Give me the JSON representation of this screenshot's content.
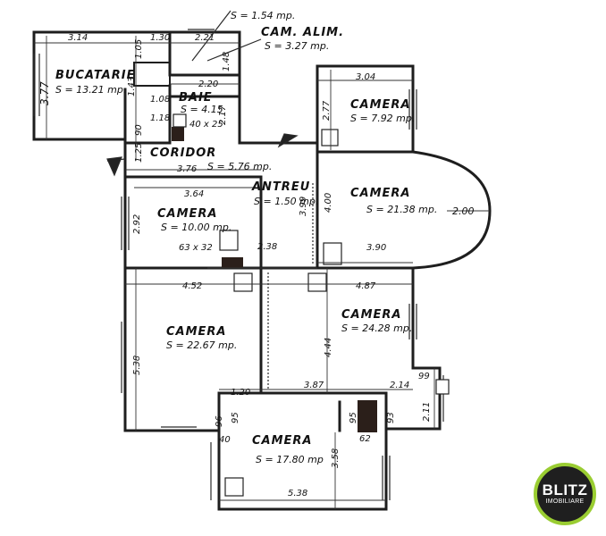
{
  "rooms": {
    "bucatarie": {
      "name": "BUCATARIE",
      "area": "S = 13.21 mp."
    },
    "baie": {
      "name": "BAIE",
      "area": "S = 4.15"
    },
    "coridor": {
      "name": "CORIDOR",
      "area": "S = 5.76 mp."
    },
    "antreu": {
      "name": "ANTREU",
      "area": "S = 1.50 mp."
    },
    "cam_alim": {
      "name": "CAM. ALIM.",
      "area": "S = 3.27 mp."
    },
    "top_small": {
      "area": "S = 1.54 mp."
    },
    "camera_ne": {
      "name": "CAMERA",
      "area": "S = 7.92 mp."
    },
    "camera_e": {
      "name": "CAMERA",
      "area": "S = 21.38 mp."
    },
    "camera_w": {
      "name": "CAMERA",
      "area": "S = 10.00 mp."
    },
    "camera_sw": {
      "name": "CAMERA",
      "area": "S = 22.67 mp."
    },
    "camera_se": {
      "name": "CAMERA",
      "area": "S = 24.28 mp."
    },
    "camera_s": {
      "name": "CAMERA",
      "area": "S = 17.80 mp"
    }
  },
  "dims": {
    "d314": "3.14",
    "d130": "1.30",
    "d221": "2.21",
    "d105": "1.05",
    "d148": "1.48",
    "d377": "3.77",
    "d143": "1.43",
    "d220": "2.20",
    "d108": "1.08",
    "d118": "1.18",
    "d217": "2.17",
    "d4025": "40 x 25",
    "d90": "90",
    "d125": "1.25",
    "d376": "3.76",
    "d304": "3.04",
    "d277": "2.77",
    "d364": "3.64",
    "d399": "3.99",
    "d400": "4.00",
    "d200": "2.00",
    "d292": "2.92",
    "d6332": "63 x 32",
    "d238": "2.38",
    "d390": "3.90",
    "d452": "4.52",
    "d487": "4.87",
    "d538a": "5.38",
    "d444": "4.44",
    "d120": "1.20",
    "d387": "3.87",
    "d214": "2.14",
    "d99": "99",
    "d211": "2.11",
    "d96": "96",
    "d95a": "95",
    "d95b": "95",
    "d93": "93",
    "d62": "62",
    "d40": "40",
    "d358": "3.58",
    "d538b": "5.38"
  },
  "logo": {
    "line1": "BLITZ",
    "line2": "IMOBILIARE",
    "ring_color": "#9acd32",
    "bg_color": "#1f1f1f"
  }
}
